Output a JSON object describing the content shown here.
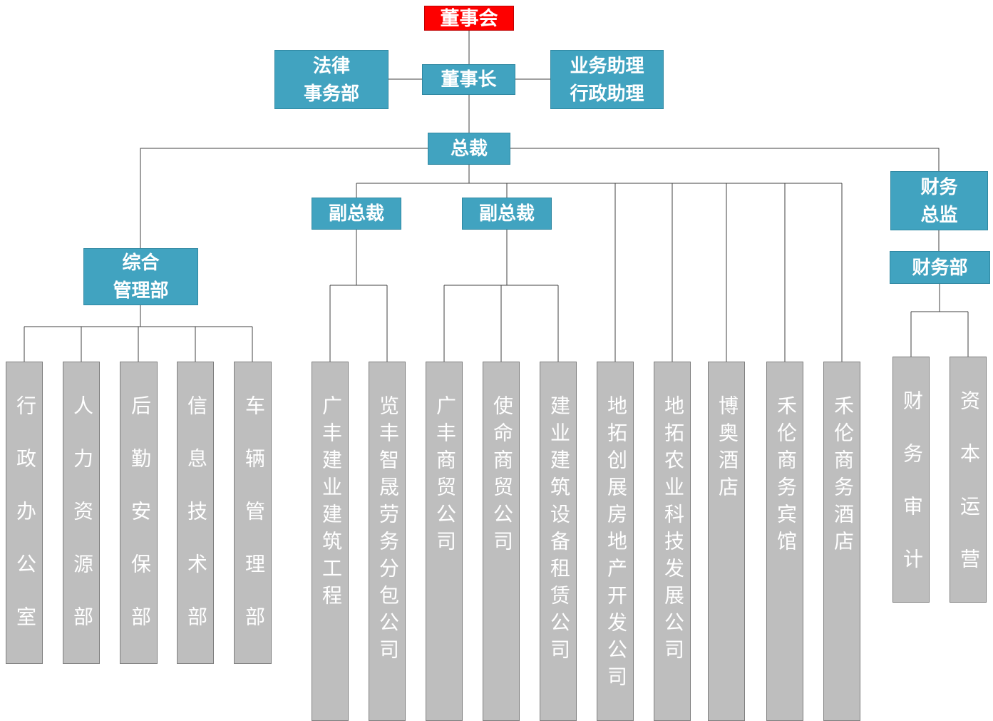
{
  "diagram": {
    "type": "org-chart",
    "colors": {
      "board_fill": "#fe0000",
      "exec_fill": "#41a3c0",
      "branch_fill": "#bebebe",
      "text": "#ffffff",
      "connector": "#404040"
    },
    "nodes": {
      "board": "董事会",
      "legal": "法律\n事务部",
      "chairman": "董事长",
      "assistant": "业务助理\n行政助理",
      "president": "总裁",
      "vp1": "副总裁",
      "vp2": "副总裁",
      "cfo": "财务\n总监",
      "finance_dept": "财务部",
      "general_mgmt": "综合\n管理部",
      "admin_office": "行政办公室",
      "hr": "人力资源部",
      "logistics": "后勤安保部",
      "it": "信息技术部",
      "vehicle": "车辆管理部",
      "gf_construction": "广丰建业建筑工程",
      "lf_labor": "览丰智晟劳务分包公司",
      "gf_trading": "广丰商贸公司",
      "mission_trading": "使命商贸公司",
      "equipment_leasing": "建业建筑设备租赁公司",
      "realestate_dev": "地拓创展房地产开发公司",
      "agritech_dev": "地拓农业科技发展公司",
      "boao_hotel": "博奥酒店",
      "helun_guesthouse": "禾伦商务宾馆",
      "helun_hotel": "禾伦商务酒店",
      "audit": "财务审计",
      "capital": "资本运营"
    }
  }
}
